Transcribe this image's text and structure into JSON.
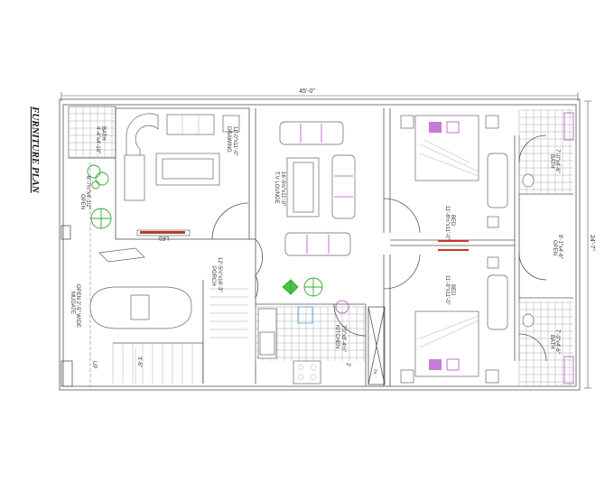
{
  "title": "FURNITURE PLAN",
  "dimensions": {
    "width": "45'-0\"",
    "depth": "24'-7\""
  },
  "rooms": {
    "bath_left": {
      "name": "BATH",
      "size": "4'-4\"x4'-10\""
    },
    "open_left": {
      "name": "OPEN",
      "size": "6'-7½\"x4'-1/2\""
    },
    "drawing": {
      "name": "DRAWING",
      "size": "11'-0\"x11'-0\""
    },
    "porch": {
      "name": "PORCH",
      "size": "12'-5½\"x16'-3\""
    },
    "open_strip": {
      "name": "OPEN 2'-5\" WIDE",
      "size": "MUDATE"
    },
    "tv_lounge": {
      "name": "T.V LOUNGE",
      "size": "16'-5½\"x11'-0\""
    },
    "kitchen": {
      "name": "KITCHEN",
      "size": "7'0\"x8'-4½\""
    },
    "bed_top": {
      "name": "BED",
      "size": "11'-8½\"x11'-0\""
    },
    "bed_bottom": {
      "name": "BED",
      "size": "11'-9\"x11'-0\""
    },
    "bath_right_top": {
      "name": "BATH",
      "size": "7'-0\"x4'-6\""
    },
    "bath_right_bottom": {
      "name": "BATH",
      "size": "7'-0\"x4'-6\""
    },
    "open_right": {
      "name": "OPEN",
      "size": "9'-1\"x4'-6\""
    }
  },
  "annotations": {
    "stair_up": "UP",
    "stair_width": "3'-6\"",
    "kitchen_dim": "2'",
    "shaft_dim": "2'",
    "led": "LED"
  },
  "colors": {
    "wall": "#555555",
    "furniture_accent": "#b04fc0",
    "led_tv": "#c0392b",
    "plants": "#2eaa2e",
    "sink": "#4aa3df"
  }
}
